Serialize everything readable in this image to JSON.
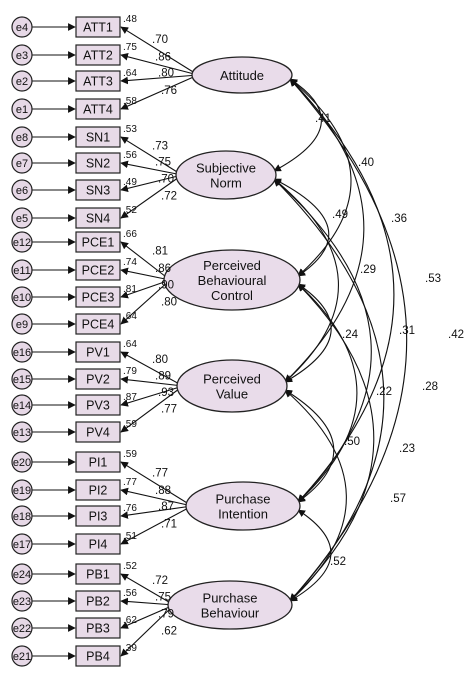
{
  "latents": [
    {
      "id": "ATT",
      "lines": [
        "Attitude"
      ]
    },
    {
      "id": "SN",
      "lines": [
        "Subjective",
        "Norm"
      ]
    },
    {
      "id": "PBC",
      "lines": [
        "Perceived",
        "Behavioural",
        "Control"
      ]
    },
    {
      "id": "PV",
      "lines": [
        "Perceived",
        "Value"
      ]
    },
    {
      "id": "PI",
      "lines": [
        "Purchase",
        "Intention"
      ]
    },
    {
      "id": "PB",
      "lines": [
        "Purchase",
        "Behaviour"
      ]
    }
  ],
  "indicators": [
    {
      "label": "ATT1",
      "error": "e4",
      "latent": "ATT",
      "loading": ".70",
      "r2": ".48"
    },
    {
      "label": "ATT2",
      "error": "e3",
      "latent": "ATT",
      "loading": ".86",
      "r2": ".75"
    },
    {
      "label": "ATT3",
      "error": "e2",
      "latent": "ATT",
      "loading": ".80",
      "r2": ".64"
    },
    {
      "label": "ATT4",
      "error": "e1",
      "latent": "ATT",
      "loading": ".76",
      "r2": ".58"
    },
    {
      "label": "SN1",
      "error": "e8",
      "latent": "SN",
      "loading": ".73",
      "r2": ".53"
    },
    {
      "label": "SN2",
      "error": "e7",
      "latent": "SN",
      "loading": ".75",
      "r2": ".56"
    },
    {
      "label": "SN3",
      "error": "e6",
      "latent": "SN",
      "loading": ".70",
      "r2": ".49"
    },
    {
      "label": "SN4",
      "error": "e5",
      "latent": "SN",
      "loading": ".72",
      "r2": ".52"
    },
    {
      "label": "PCE1",
      "error": "e12",
      "latent": "PBC",
      "loading": ".81",
      "r2": ".66"
    },
    {
      "label": "PCE2",
      "error": "e11",
      "latent": "PBC",
      "loading": ".86",
      "r2": ".74"
    },
    {
      "label": "PCE3",
      "error": "e10",
      "latent": "PBC",
      "loading": ".90",
      "r2": ".81"
    },
    {
      "label": "PCE4",
      "error": "e9",
      "latent": "PBC",
      "loading": ".80",
      "r2": ".64"
    },
    {
      "label": "PV1",
      "error": "e16",
      "latent": "PV",
      "loading": ".80",
      "r2": ".64"
    },
    {
      "label": "PV2",
      "error": "e15",
      "latent": "PV",
      "loading": ".89",
      "r2": ".79"
    },
    {
      "label": "PV3",
      "error": "e14",
      "latent": "PV",
      "loading": ".93",
      "r2": ".87"
    },
    {
      "label": "PV4",
      "error": "e13",
      "latent": "PV",
      "loading": ".77",
      "r2": ".59"
    },
    {
      "label": "PI1",
      "error": "e20",
      "latent": "PI",
      "loading": ".77",
      "r2": ".59"
    },
    {
      "label": "PI2",
      "error": "e19",
      "latent": "PI",
      "loading": ".88",
      "r2": ".77"
    },
    {
      "label": "PI3",
      "error": "e18",
      "latent": "PI",
      "loading": ".87",
      "r2": ".76"
    },
    {
      "label": "PI4",
      "error": "e17",
      "latent": "PI",
      "loading": ".71",
      "r2": ".51"
    },
    {
      "label": "PB1",
      "error": "e24",
      "latent": "PB",
      "loading": ".72",
      "r2": ".52"
    },
    {
      "label": "PB2",
      "error": "e23",
      "latent": "PB",
      "loading": ".75",
      "r2": ".56"
    },
    {
      "label": "PB3",
      "error": "e22",
      "latent": "PB",
      "loading": ".79",
      "r2": ".62"
    },
    {
      "label": "PB4",
      "error": "e21",
      "latent": "PB",
      "loading": ".62",
      "r2": ".39"
    }
  ],
  "covariances": [
    {
      "from": "ATT",
      "to": "SN",
      "value": ".41"
    },
    {
      "from": "ATT",
      "to": "PBC",
      "value": ".40"
    },
    {
      "from": "ATT",
      "to": "PV",
      "value": ".36"
    },
    {
      "from": "ATT",
      "to": "PI",
      "value": ".53"
    },
    {
      "from": "ATT",
      "to": "PB",
      "value": ".42"
    },
    {
      "from": "SN",
      "to": "PBC",
      "value": ".49"
    },
    {
      "from": "SN",
      "to": "PV",
      "value": ".29"
    },
    {
      "from": "SN",
      "to": "PI",
      "value": ".31"
    },
    {
      "from": "SN",
      "to": "PB",
      "value": ".28"
    },
    {
      "from": "PBC",
      "to": "PV",
      "value": ".24"
    },
    {
      "from": "PBC",
      "to": "PI",
      "value": ".22"
    },
    {
      "from": "PBC",
      "to": "PB",
      "value": ".23"
    },
    {
      "from": "PV",
      "to": "PI",
      "value": ".50"
    },
    {
      "from": "PV",
      "to": "PB",
      "value": ".57"
    },
    {
      "from": "PI",
      "to": "PB",
      "value": ".52"
    }
  ]
}
